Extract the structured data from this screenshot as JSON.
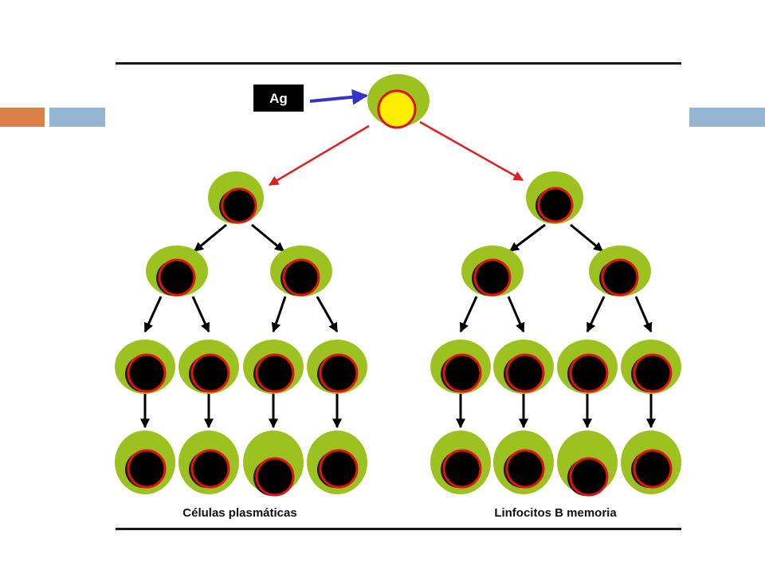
{
  "antigen_label": "Ag",
  "captions": {
    "left": "Células plasmáticas",
    "right": "Linfocitos B memoria"
  },
  "colors": {
    "cytoplasm": "#9cc21f",
    "nucleus": "#000000",
    "nucleus_outline": "#e01414",
    "initial_nucleus": "#ffee00",
    "antigen_arrow": "#3333cc",
    "first_division_arrow": "#e02020",
    "division_arrow": "#000000",
    "antigen_box": "#000000"
  },
  "icons": {
    "cell": "b-cell-icon",
    "arrow": "arrow-icon"
  }
}
